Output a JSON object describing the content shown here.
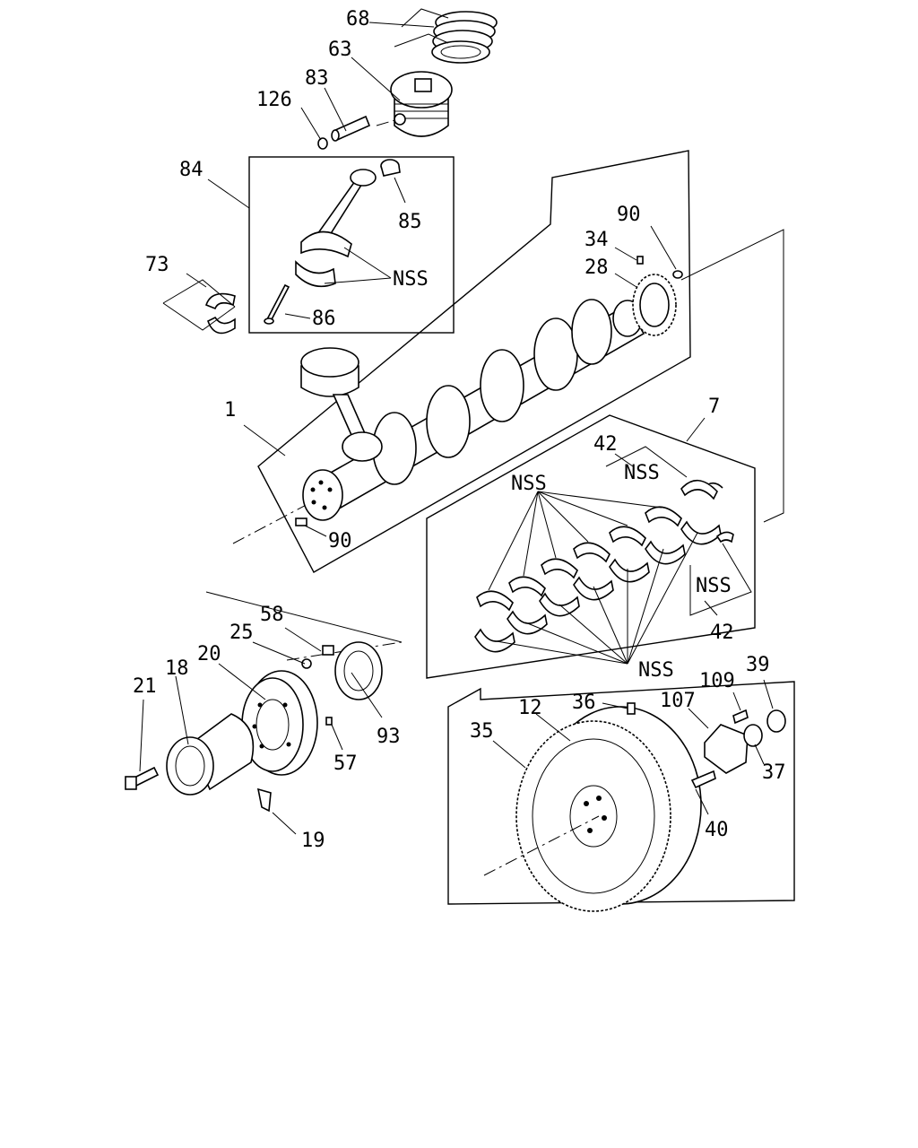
{
  "diagram": {
    "callouts": {
      "c68": "68",
      "c63": "63",
      "c83": "83",
      "c126": "126",
      "c84": "84",
      "c85": "85",
      "c73": "73",
      "c86": "86",
      "c90a": "90",
      "c34": "34",
      "c28": "28",
      "c1": "1",
      "c90b": "90",
      "c7": "7",
      "c42a": "42",
      "c42b": "42",
      "c58": "58",
      "c25": "25",
      "c20": "20",
      "c18": "18",
      "c21": "21",
      "c93": "93",
      "c57": "57",
      "c19": "19",
      "c36": "36",
      "c12": "12",
      "c35": "35",
      "c107": "107",
      "c109": "109",
      "c39": "39",
      "c37": "37",
      "c40": "40"
    },
    "nss_labels": {
      "rod": "NSS",
      "main_bearings_top": "NSS",
      "upper_shell": "NSS",
      "lower_shell": "NSS",
      "main_bearings_bottom": "NSS"
    }
  }
}
